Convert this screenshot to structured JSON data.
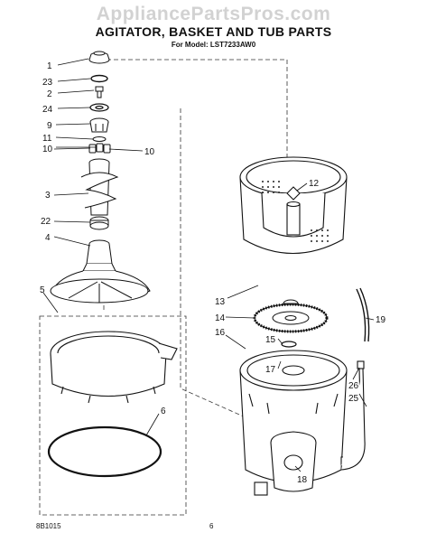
{
  "watermark": "AppliancePartsPros.com",
  "title": "AGITATOR, BASKET AND TUB PARTS",
  "subtitle": "For Model: LST7233AW0",
  "footer": {
    "doc_code": "8B1015",
    "page_number": "6"
  },
  "callouts": {
    "c1": "1",
    "c23": "23",
    "c2": "2",
    "c24": "24",
    "c9": "9",
    "c11": "11",
    "c10a": "10",
    "c10b": "10",
    "c3": "3",
    "c22": "22",
    "c4": "4",
    "c5": "5",
    "c6": "6",
    "c12": "12",
    "c13": "13",
    "c14": "14",
    "c16": "16",
    "c15": "15",
    "c17": "17",
    "c19": "19",
    "c26": "26",
    "c25": "25",
    "c18": "18"
  }
}
